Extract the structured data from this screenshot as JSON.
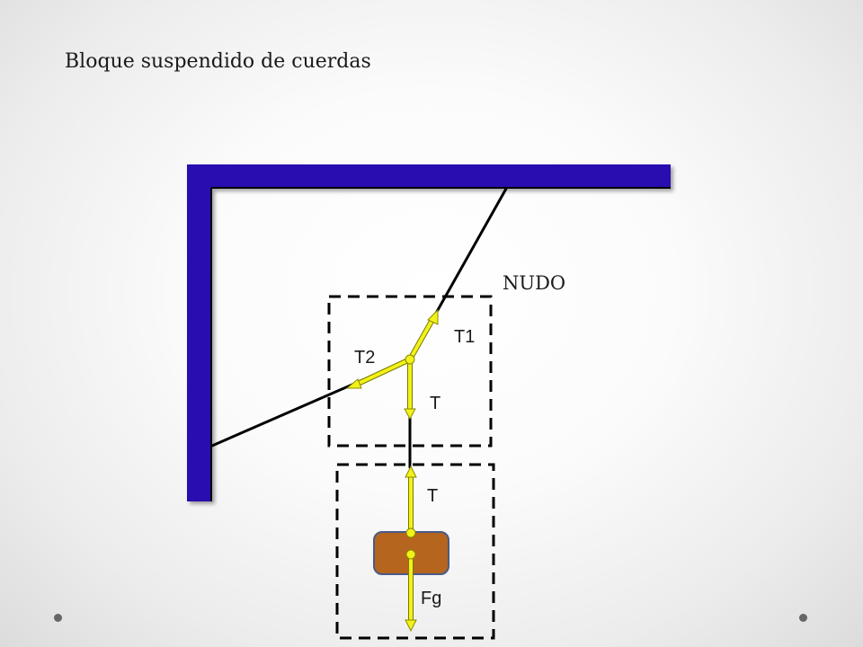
{
  "title": "Bloque suspendido de cuerdas",
  "labels": {
    "knot": "NUDO",
    "t1": "T1",
    "t2": "T2",
    "t_knot": "T",
    "t_block": "T",
    "fg": "Fg"
  },
  "colors": {
    "support": "#2a0fb0",
    "rope": "#000000",
    "vector": "#f2f21a",
    "block": "#b5651d",
    "block_border": "#4a5a8a"
  },
  "icons": {
    "nav_prev": "dot-icon",
    "nav_next": "dot-icon"
  }
}
